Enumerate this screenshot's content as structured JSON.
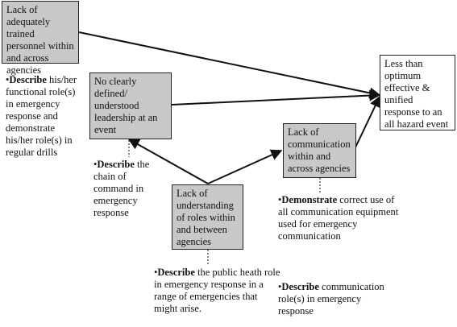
{
  "boxes": {
    "lack_trained_personnel": "Lack of adequately trained personnel within and across agencies",
    "no_leadership": "No clearly defined/ understood leadership at an event",
    "lack_communication": "Lack of communication within and across agencies",
    "lack_understanding_roles": "Lack of understanding of roles within and between agencies",
    "less_than_optimum": "Less than optimum effective & unified response to an all hazard event"
  },
  "notes": {
    "functional_role": {
      "bullet": "•",
      "verb": "Describe",
      "text": " his/her functional role(s) in emergency response and demonstrate his/her role(s) in regular drills"
    },
    "chain_of_command": {
      "bullet": "•",
      "verb": "Describe",
      "text": " the chain of command in emergency response"
    },
    "public_health_role": {
      "bullet": "•",
      "verb": "Describe",
      "text": " the public heath role in emergency response in a range of emergencies that might arise."
    },
    "communication_equipment": {
      "bullet": "•",
      "verb": "Demonstrate",
      "text": " correct use of all communication equipment used for emergency communication"
    },
    "communication_roles": {
      "bullet": "•",
      "verb": "Describe",
      "text": " communication role(s) in emergency response"
    }
  },
  "colors": {
    "cause_box_fill": "#c8c8c8",
    "outcome_box_fill": "#ffffff",
    "line": "#111111"
  }
}
